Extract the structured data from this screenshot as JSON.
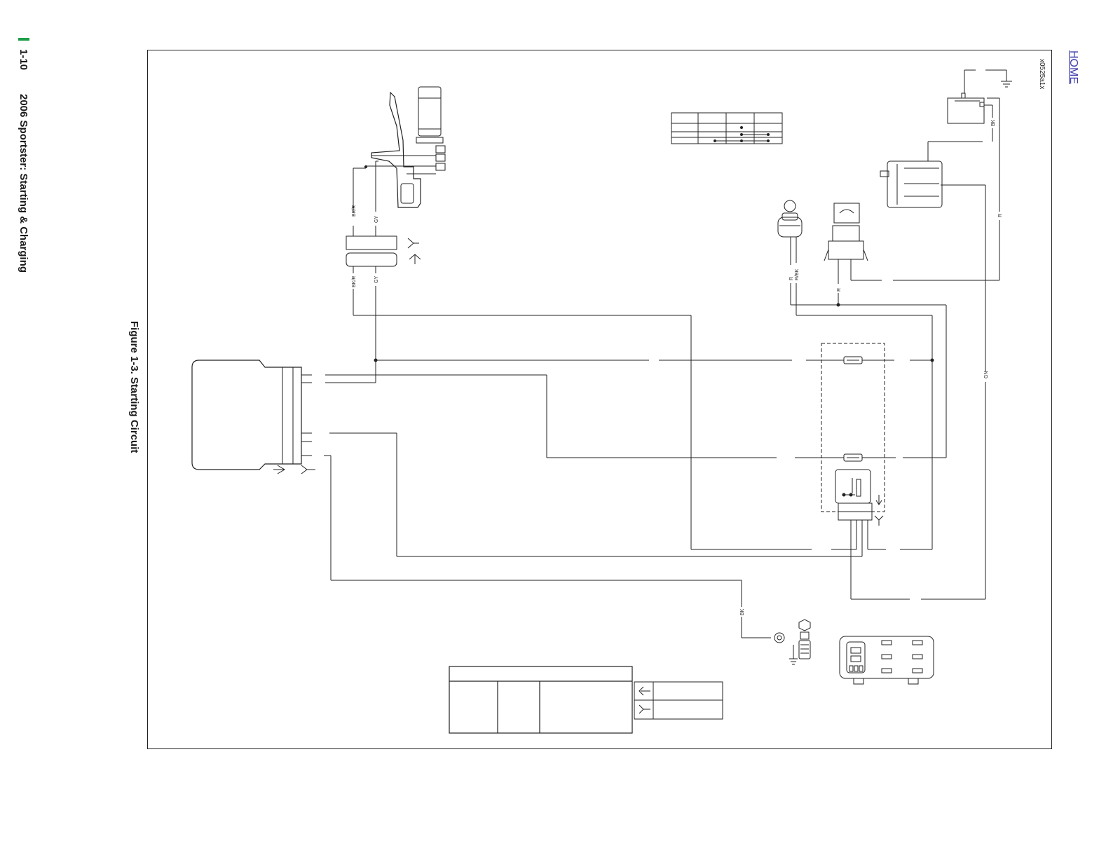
{
  "header": {
    "page_number": "1-10",
    "title": "2006 Sportster: Starting & Charging"
  },
  "figure": {
    "caption": "Figure 1-3. Starting Circuit",
    "drawing_id": "x0525a1x"
  },
  "nav": {
    "home_label": "HOME"
  },
  "wire_labels": {
    "bk_r": "BK/R",
    "gy": "GY",
    "r": "R",
    "r_bk": "R/BK",
    "gn": "GN",
    "bk": "BK"
  },
  "colors": {
    "accent_green": "#1e9e4a",
    "link": "#3a3aa8",
    "line": "#222222"
  }
}
